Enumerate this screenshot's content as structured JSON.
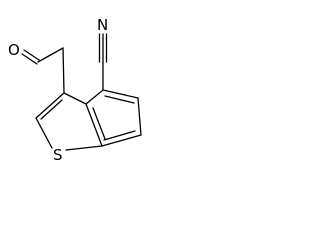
{
  "structure": {
    "atoms": {
      "oxygen": "O",
      "nitrogen": "N",
      "sulfur": "S"
    }
  }
}
